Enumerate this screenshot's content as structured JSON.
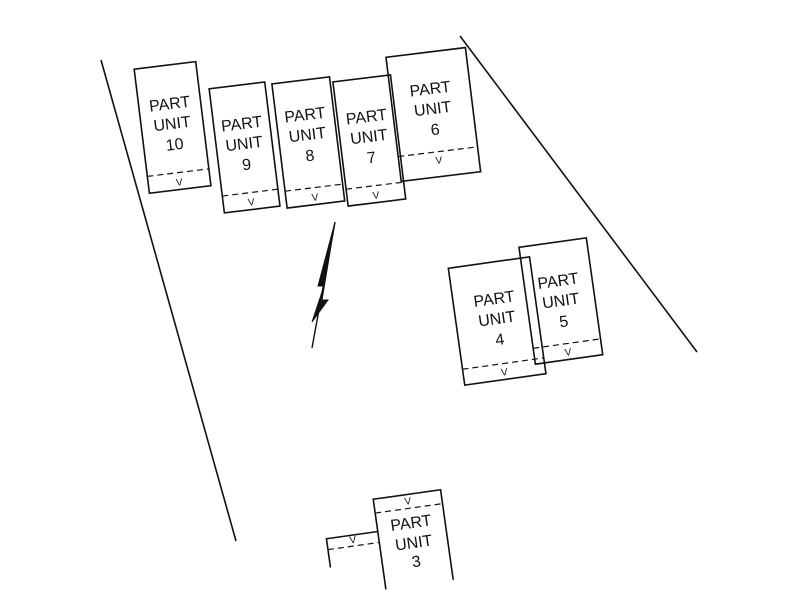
{
  "units": [
    {
      "id": "unit-10",
      "lines": [
        "PART",
        "UNIT",
        "10"
      ],
      "vmark": "V"
    },
    {
      "id": "unit-9",
      "lines": [
        "PART",
        "UNIT",
        "9"
      ],
      "vmark": "V"
    },
    {
      "id": "unit-8",
      "lines": [
        "PART",
        "UNIT",
        "8"
      ],
      "vmark": "V"
    },
    {
      "id": "unit-7",
      "lines": [
        "PART",
        "UNIT",
        "7"
      ],
      "vmark": "V"
    },
    {
      "id": "unit-6",
      "lines": [
        "PART",
        "UNIT",
        "6"
      ],
      "vmark": "V"
    },
    {
      "id": "unit-4",
      "lines": [
        "PART",
        "UNIT",
        "4"
      ],
      "vmark": "V"
    },
    {
      "id": "unit-5",
      "lines": [
        "PART",
        "UNIT",
        "5"
      ],
      "vmark": "V"
    },
    {
      "id": "unit-3",
      "lines": [
        "PART",
        "UNIT",
        "3"
      ],
      "vmark": "V"
    },
    {
      "id": "unit-adjacent",
      "vmark": "V"
    }
  ],
  "colors": {
    "line": "#111111",
    "background": "#ffffff"
  },
  "icons": {
    "north": "north-arrow-icon"
  }
}
